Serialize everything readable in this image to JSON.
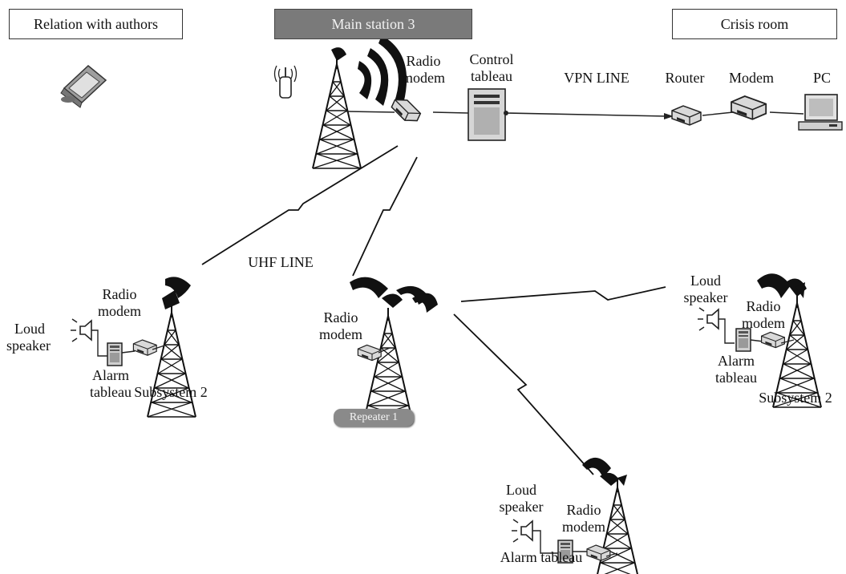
{
  "header": {
    "authors_box": "Relation with authors",
    "main_station": "Main station 3",
    "crisis_room": "Crisis room"
  },
  "main_station": {
    "radio_modem": [
      "Radio",
      "modem"
    ],
    "control_tableau": [
      "Control",
      "tableau"
    ]
  },
  "links": {
    "vpn": "VPN LINE",
    "uhf": "UHF LINE"
  },
  "crisis_room": {
    "router": "Router",
    "modem": "Modem",
    "pc": "PC"
  },
  "subsystem_left": {
    "radio_modem": [
      "Radio",
      "modem"
    ],
    "loud_speaker": [
      "Loud",
      "speaker"
    ],
    "alarm_tableau": [
      "Alarm",
      "tableau"
    ],
    "name": "Subsystem 2"
  },
  "repeater": {
    "radio_modem": [
      "Radio",
      "modem"
    ],
    "name": "Repeater 1"
  },
  "subsystem_right": {
    "loud_speaker": [
      "Loud",
      "speaker"
    ],
    "radio_modem": [
      "Radio",
      "modem"
    ],
    "alarm_tableau": [
      "Alarm",
      "tableau"
    ],
    "name": "Subsystem 2"
  },
  "subsystem_bottom": {
    "loud_speaker": [
      "Loud",
      "speaker"
    ],
    "radio_modem": [
      "Radio",
      "modem"
    ],
    "alarm_tableau": "Alarm tableau"
  }
}
